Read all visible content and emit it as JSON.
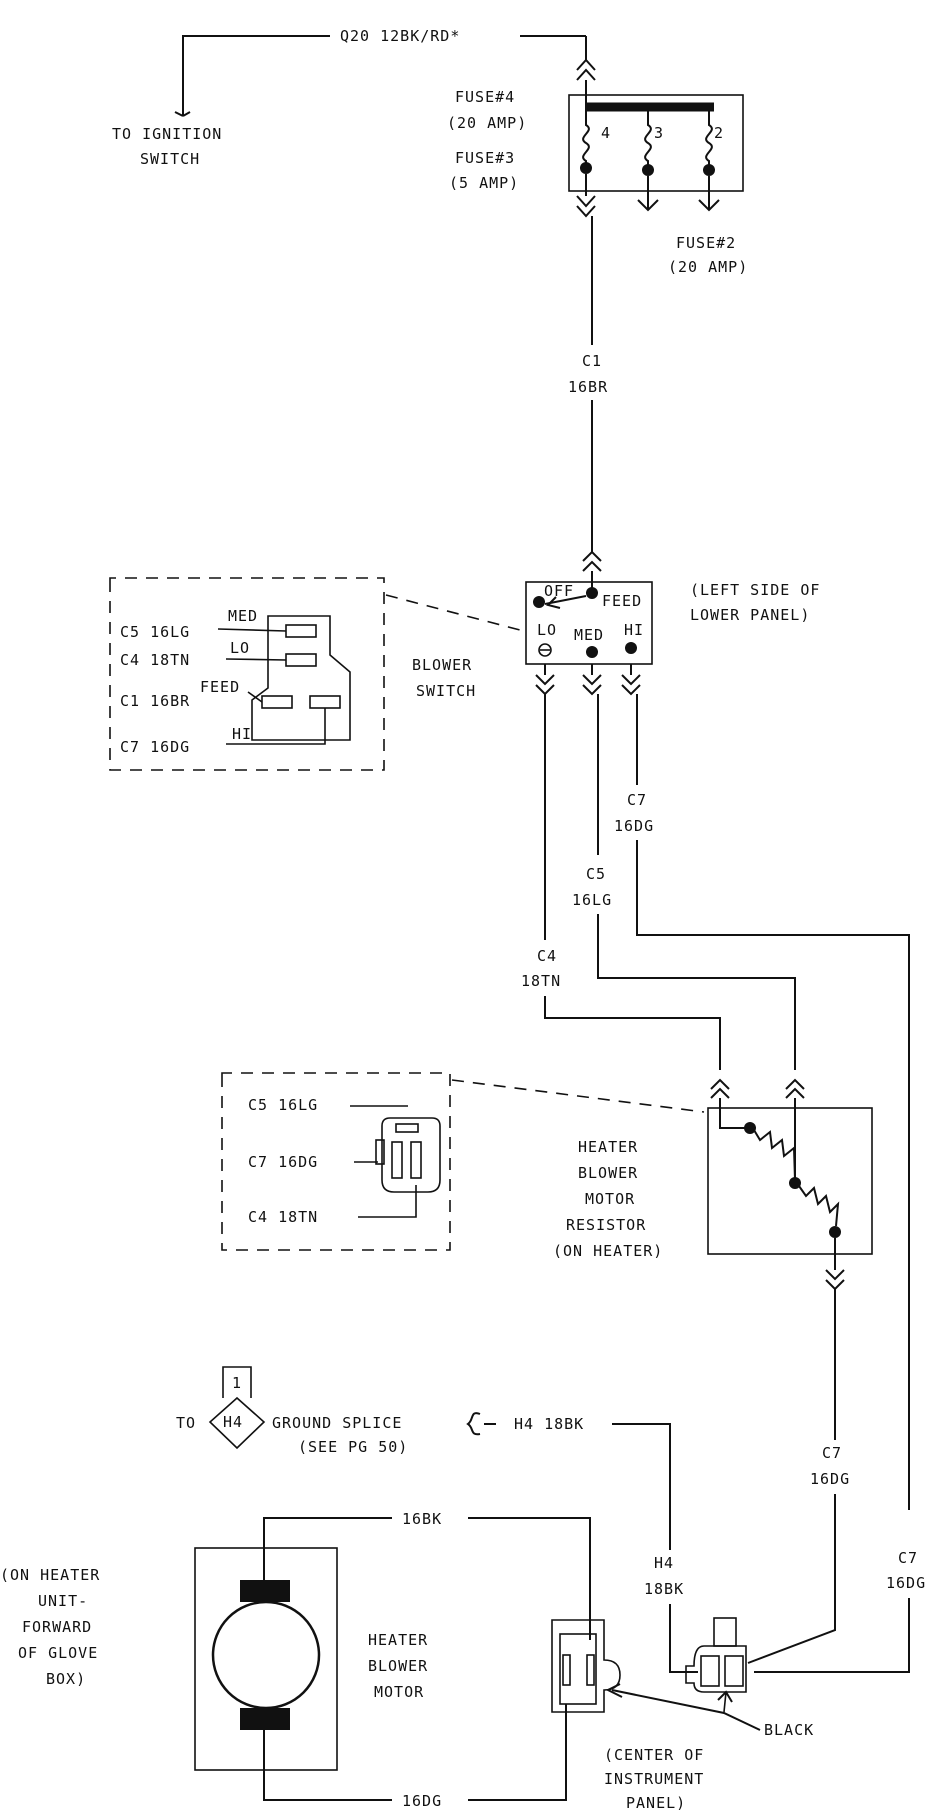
{
  "ignition": {
    "wire": "Q20 12BK/RD*",
    "label_line1": "TO IGNITION",
    "label_line2": "SWITCH"
  },
  "fuse_block": {
    "fuse4_line1": "FUSE#4",
    "fuse4_line2": "(20 AMP)",
    "fuse3_line1": "FUSE#3",
    "fuse3_line2": "(5 AMP)",
    "fuse2_line1": "FUSE#2",
    "fuse2_line2": "(20 AMP)",
    "n4": "4",
    "n3": "3",
    "n2": "2"
  },
  "wires": {
    "c1_name": "C1",
    "c1_gauge": "16BR",
    "c7_name": "C7",
    "c7_gauge": "16DG",
    "c5_name": "C5",
    "c5_gauge": "16LG",
    "c4_name": "C4",
    "c4_gauge": "18TN",
    "c7b_name": "C7",
    "c7b_gauge": "16DG",
    "c7c_name": "C7",
    "c7c_gauge": "16DG",
    "h4_name": "H4",
    "h4_gauge": "18BK",
    "bk_top": "16BK",
    "dg_bottom": "16DG"
  },
  "blower_switch": {
    "off": "OFF",
    "feed": "FEED",
    "lo": "LO",
    "med": "MED",
    "hi": "HI",
    "location_line1": "(LEFT SIDE OF",
    "location_line2": "LOWER PANEL)",
    "title_line1": "BLOWER",
    "title_line2": "SWITCH"
  },
  "switch_connector": {
    "row1": "C5 16LG",
    "row2": "C4 18TN",
    "row3": "C1 16BR",
    "row4": "C7 16DG",
    "med": "MED",
    "lo": "LO",
    "feed": "FEED",
    "hi": "HI"
  },
  "resistor": {
    "line1": "HEATER",
    "line2": "BLOWER",
    "line3": "MOTOR",
    "line4": "RESISTOR",
    "line5": "(ON HEATER)"
  },
  "resistor_connector": {
    "row1": "C5 16LG",
    "row2": "C7 16DG",
    "row3": "C4 18TN"
  },
  "ground": {
    "to": "TO",
    "splice_id": "H4",
    "pin": "1",
    "text_line1": "GROUND SPLICE",
    "text_line2": "(SEE PG 50)",
    "wire": "H4 18BK"
  },
  "motor": {
    "location_line1": "(ON HEATER",
    "location_line2": "UNIT-",
    "location_line3": "FORWARD",
    "location_line4": "OF GLOVE",
    "location_line5": "BOX)",
    "title_line1": "HEATER",
    "title_line2": "BLOWER",
    "title_line3": "MOTOR"
  },
  "connector": {
    "color": "BLACK",
    "location_line1": "(CENTER OF",
    "location_line2": "INSTRUMENT",
    "location_line3": "PANEL)"
  }
}
